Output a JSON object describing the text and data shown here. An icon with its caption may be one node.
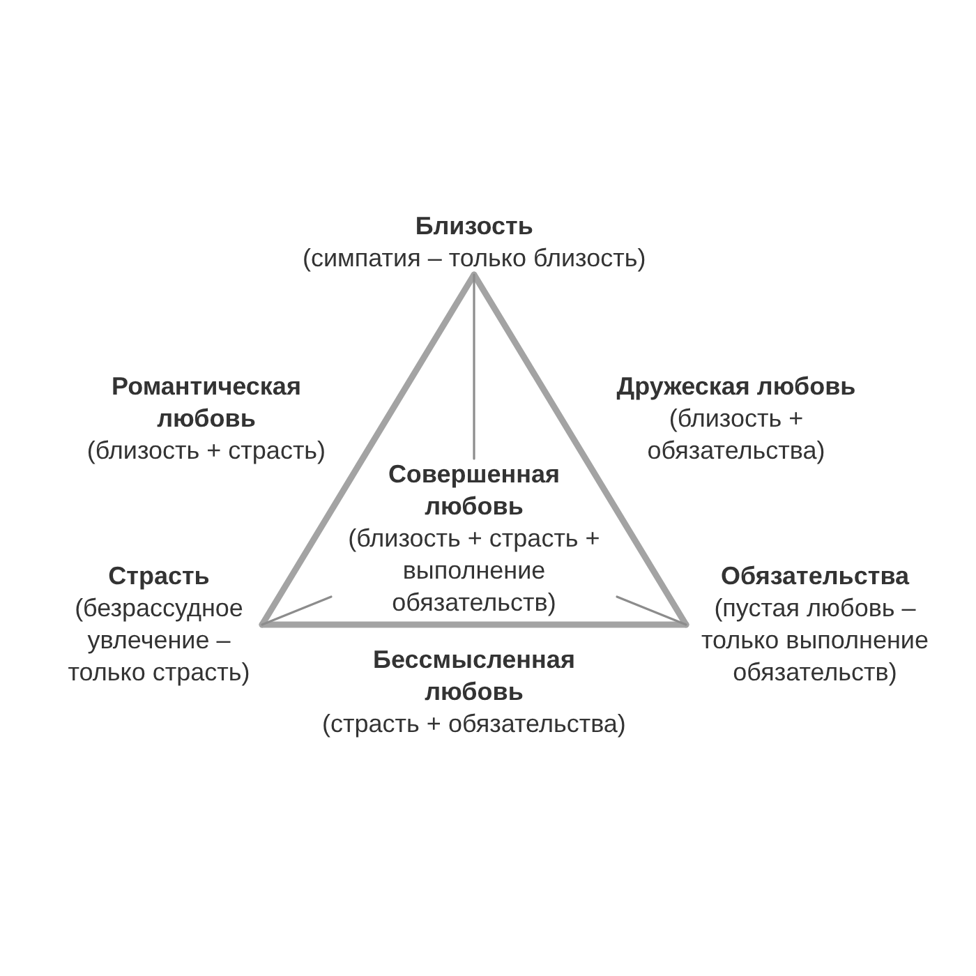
{
  "diagram": {
    "nodes": [
      {
        "text": [
          "Близость",
          "(симпатия – только близость)"
        ]
      },
      {
        "text": [
          "Совершенная любовь",
          "(близость + страсть + выполнение обязательств)"
        ]
      },
      {
        "text": [
          "Страсть",
          "(безрассудное увлечение – только страсть)"
        ]
      },
      {
        "text": [
          "Обязательства",
          "(пустая любовь – только выполнение обязательств)"
        ]
      }
    ],
    "edges": [
      {
        "from": 0,
        "to": 2,
        "arrow": "none",
        "label": "**Романтическая любовь** (близость + страсть)",
        "style": "thick"
      },
      {
        "from": 0,
        "to": 3,
        "arrow": "none",
        "label": "**Дружеская любовь** (близость + обязательства)",
        "style": "thick"
      },
      {
        "from": 2,
        "to": 3,
        "arrow": "none",
        "label": "**Бессмысленная любовь** (страсть + обязательства)",
        "style": "thick"
      },
      {
        "from": 0,
        "to": 1,
        "arrow": "none"
      },
      {
        "from": 2,
        "to": 1,
        "arrow": "none"
      },
      {
        "from": 3,
        "to": 1,
        "arrow": "none"
      }
    ]
  }
}
